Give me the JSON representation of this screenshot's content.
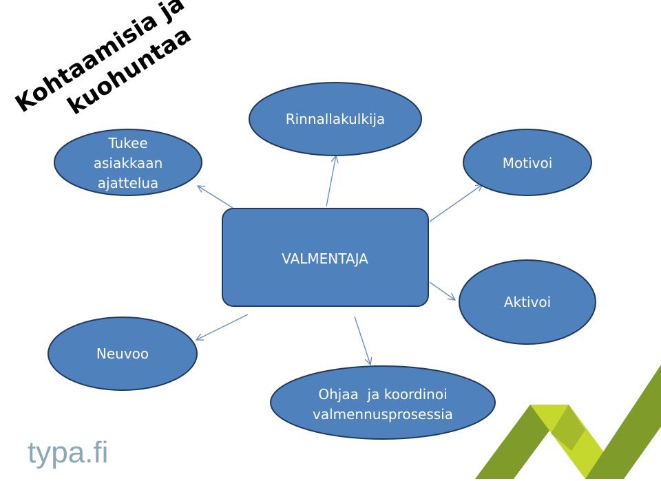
{
  "title": {
    "line1": "Kohtaamisia ja",
    "line2": "kuohuntaa"
  },
  "center": {
    "label": "VALMENTAJA"
  },
  "nodes": {
    "rinnallakulkija": {
      "label": "Rinnallakulkija"
    },
    "tukee": {
      "lines": [
        "Tukee",
        "asiakkaan",
        "ajattelua"
      ]
    },
    "motivoi": {
      "label": "Motivoi"
    },
    "aktivoi": {
      "label": "Aktivoi"
    },
    "neuvoo": {
      "label": "Neuvoo"
    },
    "ohjaa": {
      "lines": [
        "Ohjaa  ja koordinoi",
        "valmennusprosessia"
      ]
    }
  },
  "logo": {
    "text": "typa.fi"
  },
  "colors": {
    "node_fill": "#4f81bd",
    "node_stroke": "#1f3a5f",
    "arrow": "#6c8ebf",
    "logo_green_dark": "#7f9c2a",
    "logo_green_light": "#c5d82d",
    "logo_text": "#8aa9b8"
  }
}
